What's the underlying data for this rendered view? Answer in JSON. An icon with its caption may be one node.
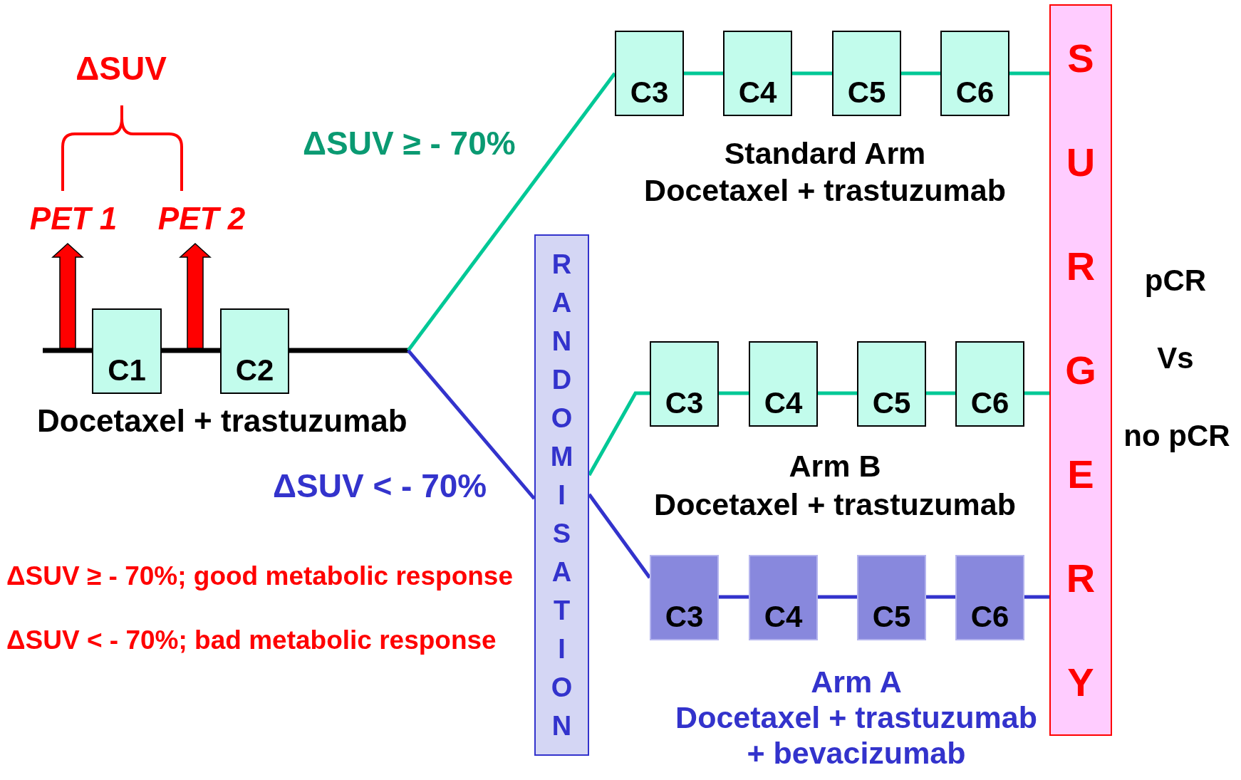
{
  "diagram": {
    "nodes": [
      {
        "text": [
          "C1"
        ]
      },
      {
        "text": [
          "C2"
        ]
      },
      {
        "text": [
          "RANDOMISATION"
        ]
      },
      {
        "text": [
          "C3"
        ]
      },
      {
        "text": [
          "C4"
        ]
      },
      {
        "text": [
          "C5"
        ]
      },
      {
        "text": [
          "C6"
        ]
      },
      {
        "text": [
          "C3"
        ]
      },
      {
        "text": [
          "C4"
        ]
      },
      {
        "text": [
          "C5"
        ]
      },
      {
        "text": [
          "C6"
        ]
      },
      {
        "text": [
          "C3"
        ]
      },
      {
        "text": [
          "C4"
        ]
      },
      {
        "text": [
          "C5"
        ]
      },
      {
        "text": [
          "C6"
        ]
      },
      {
        "text": [
          "SURGERY"
        ]
      },
      {
        "text": [
          "PET 1"
        ]
      },
      {
        "text": [
          "PET 2"
        ]
      }
    ],
    "edges": [
      {
        "from": null,
        "to": 0,
        "arrow": "none",
        "color": "#000000"
      },
      {
        "from": 0,
        "to": 1,
        "arrow": "none",
        "color": "#000000"
      },
      {
        "from": 1,
        "to": 3,
        "arrow": "none"
      },
      {
        "from": 1,
        "to": 2,
        "arrow": "none",
        "color": "#3333cc"
      },
      {
        "from": 3,
        "to": 4,
        "arrow": "none"
      },
      {
        "from": 4,
        "to": 5,
        "arrow": "none"
      },
      {
        "from": 5,
        "to": 6,
        "arrow": "none"
      },
      {
        "from": 6,
        "to": 15,
        "arrow": "none"
      },
      {
        "from": 2,
        "to": 7,
        "arrow": "none"
      },
      {
        "from": 7,
        "to": 8,
        "arrow": "none"
      },
      {
        "from": 8,
        "to": 9,
        "arrow": "none"
      },
      {
        "from": 9,
        "to": 10,
        "arrow": "none"
      },
      {
        "from": 10,
        "to": 15,
        "arrow": "none"
      },
      {
        "from": 2,
        "to": 11,
        "arrow": "none",
        "color": "#3333cc"
      },
      {
        "from": 11,
        "to": 12,
        "arrow": "none",
        "color": "#3333cc"
      },
      {
        "from": 12,
        "to": 13,
        "arrow": "none",
        "color": "#3333cc"
      },
      {
        "from": 13,
        "to": 14,
        "arrow": "none",
        "color": "#3333cc"
      },
      {
        "from": 14,
        "to": 15,
        "arrow": "none",
        "color": "#3333cc"
      },
      {
        "from": null,
        "to": 16,
        "arrow": "to",
        "style": "thick",
        "color": "#ff0000"
      },
      {
        "from": null,
        "to": 17,
        "arrow": "to",
        "style": "thick",
        "color": "#ff0000"
      }
    ],
    "labels": [
      "ΔSUV",
      "ΔSUV ≥ - 70%",
      "Standard Arm",
      "Docetaxel + trastuzumab",
      "pCR",
      "Vs",
      "Docetaxel + trastuzumab",
      "Arm B",
      "no pCR",
      "Docetaxel + trastuzumab",
      "ΔSUV < - 70%",
      "ΔSUV ≥ - 70%; good metabolic response",
      "ΔSUV < - 70%; bad metabolic response",
      "Arm A",
      "Docetaxel + trastuzumab",
      "+ bevacizumab"
    ]
  }
}
